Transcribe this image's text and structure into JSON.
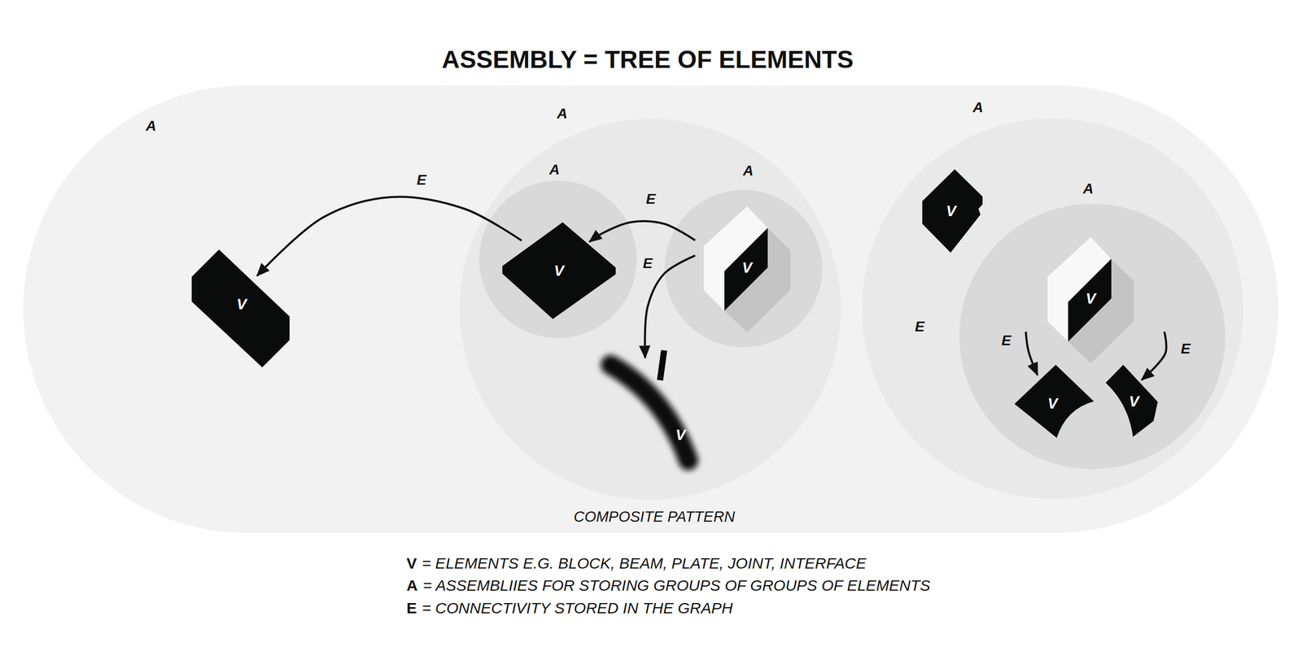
{
  "diagram": {
    "title": "ASSEMBLY = TREE OF ELEMENTS",
    "nodes": [
      {
        "text": [
          "A"
        ]
      },
      {
        "text": [
          "V"
        ],
        "in": 0
      },
      {
        "text": [
          "A"
        ],
        "in": 0
      },
      {
        "text": [
          "A"
        ],
        "in": 2
      },
      {
        "text": [
          "V"
        ],
        "in": 3
      },
      {
        "text": [
          "A"
        ],
        "in": 2
      },
      {
        "text": [
          "V"
        ],
        "in": 5
      },
      {
        "text": [
          "V"
        ],
        "in": 2
      },
      {
        "text": [
          "A"
        ],
        "in": 0
      },
      {
        "text": [
          "V"
        ],
        "in": 8
      },
      {
        "text": [
          "A"
        ],
        "in": 8
      },
      {
        "text": [
          "V"
        ],
        "in": 10
      },
      {
        "text": [
          "V"
        ],
        "in": 10
      },
      {
        "text": [
          "V"
        ],
        "in": 10
      }
    ],
    "edges": [
      {
        "from": 4,
        "to": 1,
        "arrow": "to",
        "label": "E"
      },
      {
        "from": 6,
        "to": 4,
        "arrow": "to",
        "label": "E"
      },
      {
        "from": 6,
        "to": 7,
        "arrow": "to",
        "label": "E"
      },
      {
        "from": 11,
        "to": 12,
        "arrow": "to",
        "label": "E"
      },
      {
        "from": 11,
        "to": 13,
        "arrow": "to",
        "label": "E"
      }
    ],
    "labels": [
      "E",
      "COMPOSITE PATTERN",
      "V",
      "= ELEMENTS E.G. BLOCK, BEAM, PLATE, JOINT, INTERFACE",
      "A",
      "= ASSEMBLIIES FOR STORING GROUPS OF GROUPS OF ELEMENTS",
      "E",
      "= CONNECTIVITY STORED IN THE GRAPH"
    ]
  }
}
